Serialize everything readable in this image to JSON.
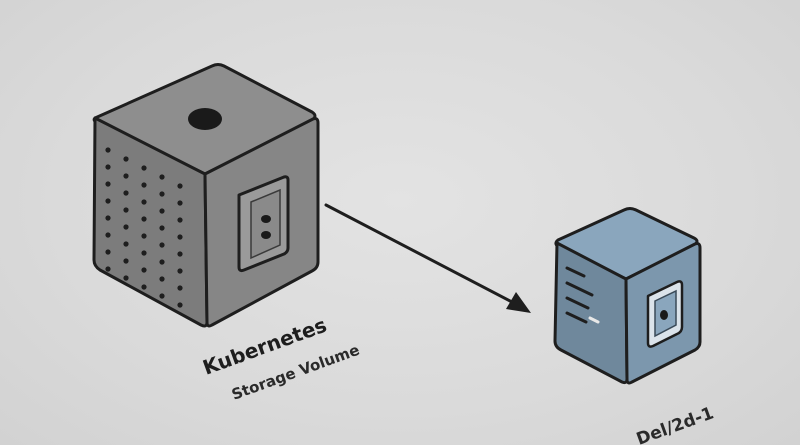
{
  "source": {
    "title": "Kubernetes",
    "subtitle": "Storage Volume"
  },
  "destination": {
    "label": "Del/2d-1"
  },
  "colors": {
    "background": "#dcdcdc",
    "source_top": "#8e8e8e",
    "source_left": "#7c7c7c",
    "source_right": "#868686",
    "dest_top": "#8aa6bd",
    "dest_left": "#6f889c",
    "dest_right": "#7c97ad",
    "outline": "#1e1e1e",
    "arrow": "#1e1e1e"
  }
}
